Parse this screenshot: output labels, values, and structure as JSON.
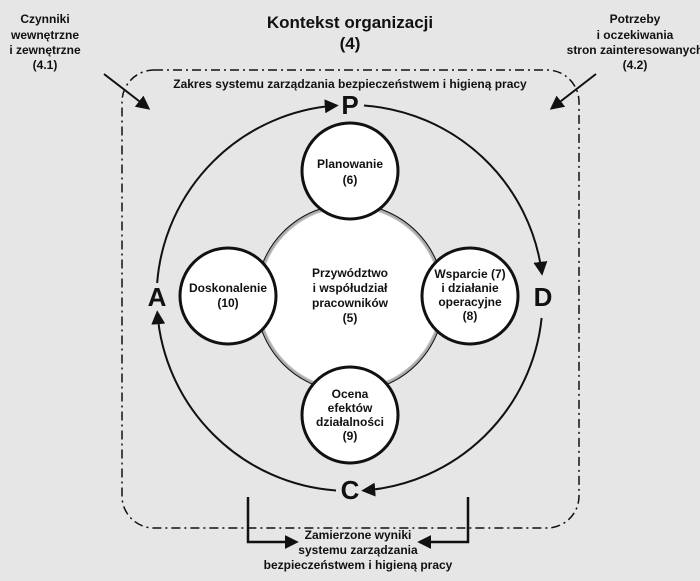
{
  "title": {
    "line1": "Kontekst organizacji",
    "line2": "(4)"
  },
  "left_input": {
    "lines": [
      "Czynniki",
      "wewnętrzne",
      "i zewnętrzne",
      "(4.1)"
    ]
  },
  "right_input": {
    "lines": [
      "Potrzeby",
      "i oczekiwania",
      "stron zainteresowanych",
      "(4.2)"
    ]
  },
  "scope_label": "Zakres systemu zarządzania bezpieczeństwem i higieną pracy",
  "cycle": {
    "p": "P",
    "d": "D",
    "c": "C",
    "a": "A"
  },
  "nodes": {
    "center": [
      "Przywództwo",
      "i współudział",
      "pracowników",
      "(5)"
    ],
    "top": [
      "Planowanie",
      "(6)"
    ],
    "right": [
      "Wsparcie (7)",
      "i działanie",
      "operacyjne",
      "(8)"
    ],
    "bottom": [
      "Ocena",
      "efektów",
      "działalności",
      "(9)"
    ],
    "left": [
      "Doskonalenie",
      "(10)"
    ]
  },
  "output": {
    "lines": [
      "Zamierzone wyniki",
      "systemu zarządzania",
      "bezpieczeństwem i higieną pracy"
    ]
  },
  "colors": {
    "background": "#e6e6e6",
    "stroke": "#111111",
    "circle_fill": "#ffffff",
    "ring_accent": "#bdbdbd",
    "text": "#111111"
  }
}
